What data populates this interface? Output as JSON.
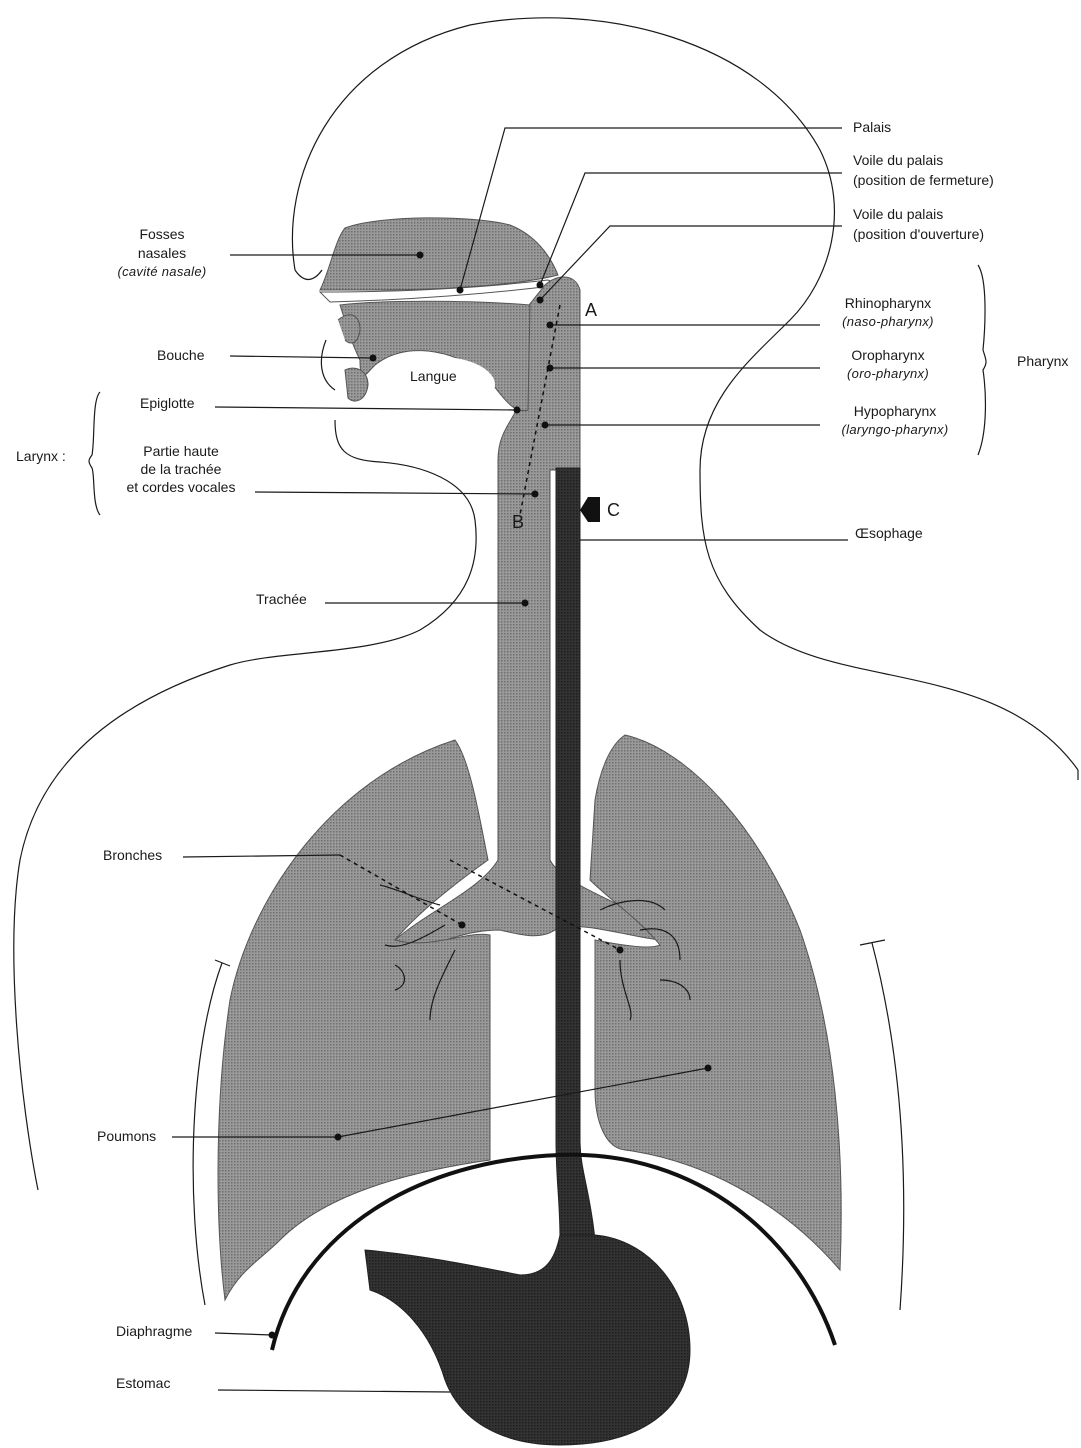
{
  "colors": {
    "organ_gray": "#8a8a8a",
    "esophagus_dark": "#2b2b2b",
    "outline": "#1a1a1a",
    "background": "#ffffff"
  },
  "labels": {
    "palais": "Palais",
    "voile_fermeture_1": "Voile du palais",
    "voile_fermeture_2": "(position de fermeture)",
    "voile_ouverture_1": "Voile du palais",
    "voile_ouverture_2": "(position d'ouverture)",
    "fosses_1": "Fosses",
    "fosses_2": "nasales",
    "fosses_3": "(cavité nasale)",
    "rhino_1": "Rhinopharynx",
    "rhino_2": "(naso-pharynx)",
    "oro_1": "Oropharynx",
    "oro_2": "(oro-pharynx)",
    "hypo_1": "Hypopharynx",
    "hypo_2": "(laryngo-pharynx)",
    "pharynx": "Pharynx",
    "bouche": "Bouche",
    "langue": "Langue",
    "epiglotte": "Epiglotte",
    "larynx": "Larynx :",
    "partie_1": "Partie haute",
    "partie_2": "de la trachée",
    "partie_3": "et cordes vocales",
    "oesophage": "Œsophage",
    "trachee": "Trachée",
    "bronches": "Bronches",
    "poumons": "Poumons",
    "diaphragme": "Diaphragme",
    "estomac": "Estomac"
  },
  "markers": {
    "a": "A",
    "b": "B",
    "c": "C"
  }
}
